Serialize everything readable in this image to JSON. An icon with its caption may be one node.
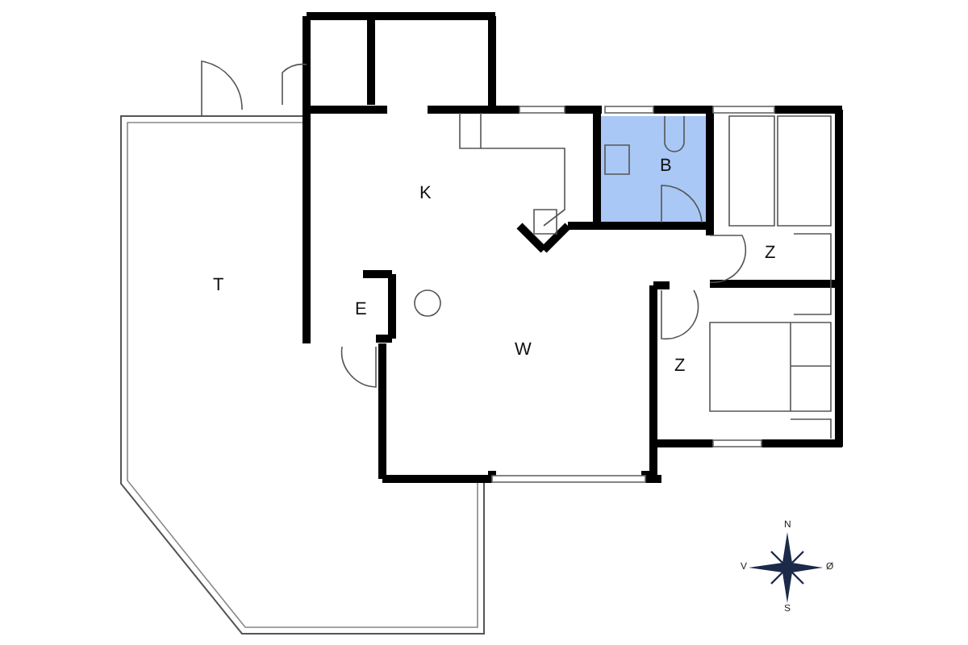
{
  "diagram": {
    "labels": [
      "B",
      "K",
      "Z",
      "T",
      "E",
      "W",
      "Z",
      "N",
      "V",
      "Ø",
      "S"
    ]
  }
}
